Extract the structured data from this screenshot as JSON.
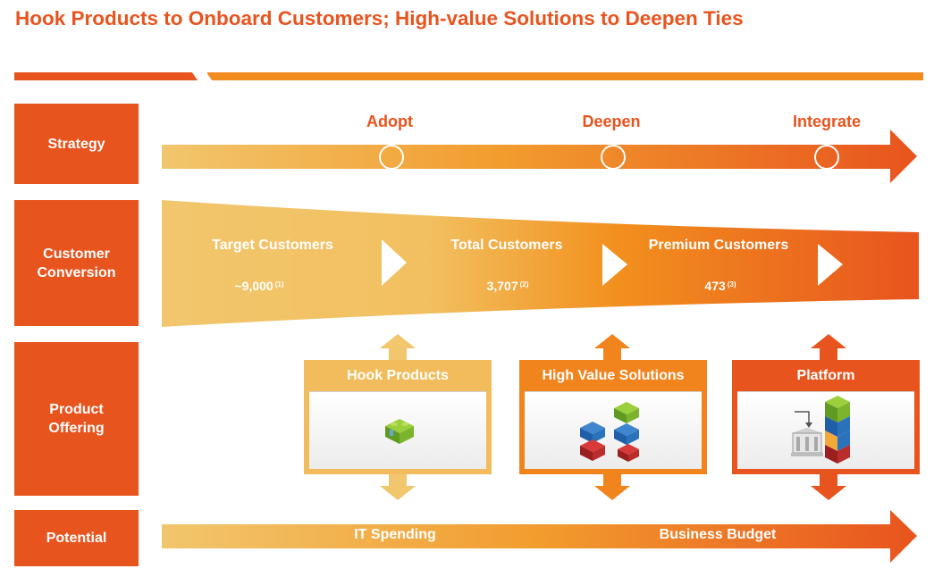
{
  "title": "Hook Products to Onboard Customers; High-value Solutions to Deepen Ties",
  "rows": {
    "strategy": "Strategy",
    "conversion": "Customer Conversion",
    "offering": "Product Offering",
    "potential": "Potential"
  },
  "strategy_stages": [
    "Adopt",
    "Deepen",
    "Integrate"
  ],
  "funnel": [
    {
      "label": "Target Customers",
      "value": "~9,000",
      "note": "(1)"
    },
    {
      "label": "Total Customers",
      "value": "3,707",
      "note": "(2)"
    },
    {
      "label": "Premium Customers",
      "value": "473",
      "note": "(3)"
    }
  ],
  "products": [
    {
      "label": "Hook Products",
      "header_color": "#f2bc5c"
    },
    {
      "label": "High Value Solutions",
      "header_color": "#f2841e"
    },
    {
      "label": "Platform",
      "header_color": "#e8541e"
    }
  ],
  "potential": [
    "IT Spending",
    "Business Budget"
  ],
  "colors": {
    "accent": "#e8541e",
    "light": "#f2c66d",
    "mid": "#f28c1e"
  }
}
